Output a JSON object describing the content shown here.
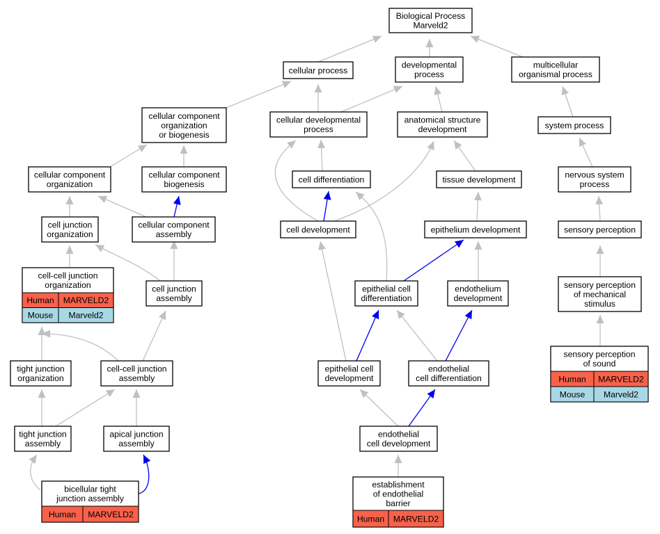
{
  "colors": {
    "edge_default": "#c0c0c0",
    "edge_highlight": "#0000ee",
    "human_cell": "#f8614a",
    "mouse_cell": "#a8d8e6"
  },
  "nodes": {
    "bp": [
      "Biological Process",
      "Marveld2"
    ],
    "cp": [
      "cellular process"
    ],
    "dp": [
      "developmental",
      "process"
    ],
    "mop": [
      "multicellular",
      "organismal process"
    ],
    "ccob": [
      "cellular component",
      "organization",
      "or biogenesis"
    ],
    "cdp": [
      "cellular developmental",
      "process"
    ],
    "asd": [
      "anatomical structure",
      "development"
    ],
    "sp": [
      "system process"
    ],
    "cco": [
      "cellular component",
      "organization"
    ],
    "ccb": [
      "cellular component",
      "biogenesis"
    ],
    "cd": [
      "cell differentiation"
    ],
    "td": [
      "tissue development"
    ],
    "nsp": [
      "nervous system",
      "process"
    ],
    "cjo": [
      "cell junction",
      "organization"
    ],
    "cca": [
      "cellular component",
      "assembly"
    ],
    "cdev": [
      "cell development"
    ],
    "ed": [
      "epithelium development"
    ],
    "spc": [
      "sensory perception"
    ],
    "ccjo": [
      "cell-cell junction",
      "organization"
    ],
    "cja": [
      "cell junction",
      "assembly"
    ],
    "ecd": [
      "epithelial cell",
      "differentiation"
    ],
    "endd": [
      "endothelium",
      "development"
    ],
    "spm": [
      "sensory perception",
      "of mechanical",
      "stimulus"
    ],
    "tjo": [
      "tight junction",
      "organization"
    ],
    "ccja": [
      "cell-cell junction",
      "assembly"
    ],
    "ecdev": [
      "epithelial cell",
      "development"
    ],
    "endcd": [
      "endothelial",
      "cell differentiation"
    ],
    "sps": [
      "sensory perception",
      "of sound"
    ],
    "tja": [
      "tight junction",
      "assembly"
    ],
    "aja": [
      "apical junction",
      "assembly"
    ],
    "endcdev": [
      "endothelial",
      "cell development"
    ],
    "btja": [
      "bicellular tight",
      "junction assembly"
    ],
    "eeb": [
      "establishment",
      "of endothelial",
      "barrier"
    ]
  },
  "gene_tables": {
    "ccjo": [
      [
        "Human",
        "MARVELD2"
      ],
      [
        "Mouse",
        "Marveld2"
      ]
    ],
    "sps": [
      [
        "Human",
        "MARVELD2"
      ],
      [
        "Mouse",
        "Marveld2"
      ]
    ],
    "btja": [
      [
        "Human",
        "MARVELD2"
      ]
    ],
    "eeb": [
      [
        "Human",
        "MARVELD2"
      ]
    ]
  }
}
